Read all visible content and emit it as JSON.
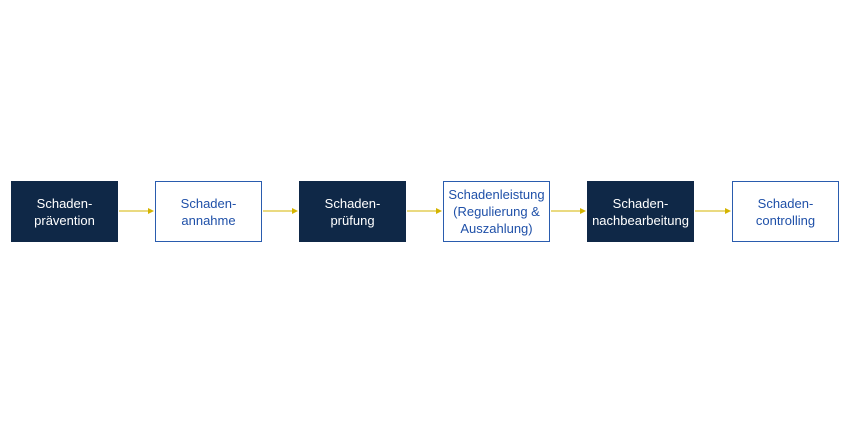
{
  "process": {
    "steps": [
      {
        "label": "Schaden-\nprävention",
        "style": "dark"
      },
      {
        "label": "Schaden-\nannahme",
        "style": "light"
      },
      {
        "label": "Schaden-\nprüfung",
        "style": "dark"
      },
      {
        "label": "Schadenleistung\n(Regulierung &\nAuszahlung)",
        "style": "light"
      },
      {
        "label": "Schaden-\nnachbearbeitung",
        "style": "dark"
      },
      {
        "label": "Schaden-\ncontrolling",
        "style": "light"
      }
    ]
  },
  "colors": {
    "dark_fill": "#0f2847",
    "light_border": "#2a5cae",
    "light_text": "#1f50a8",
    "arrow": "#d4b400"
  }
}
